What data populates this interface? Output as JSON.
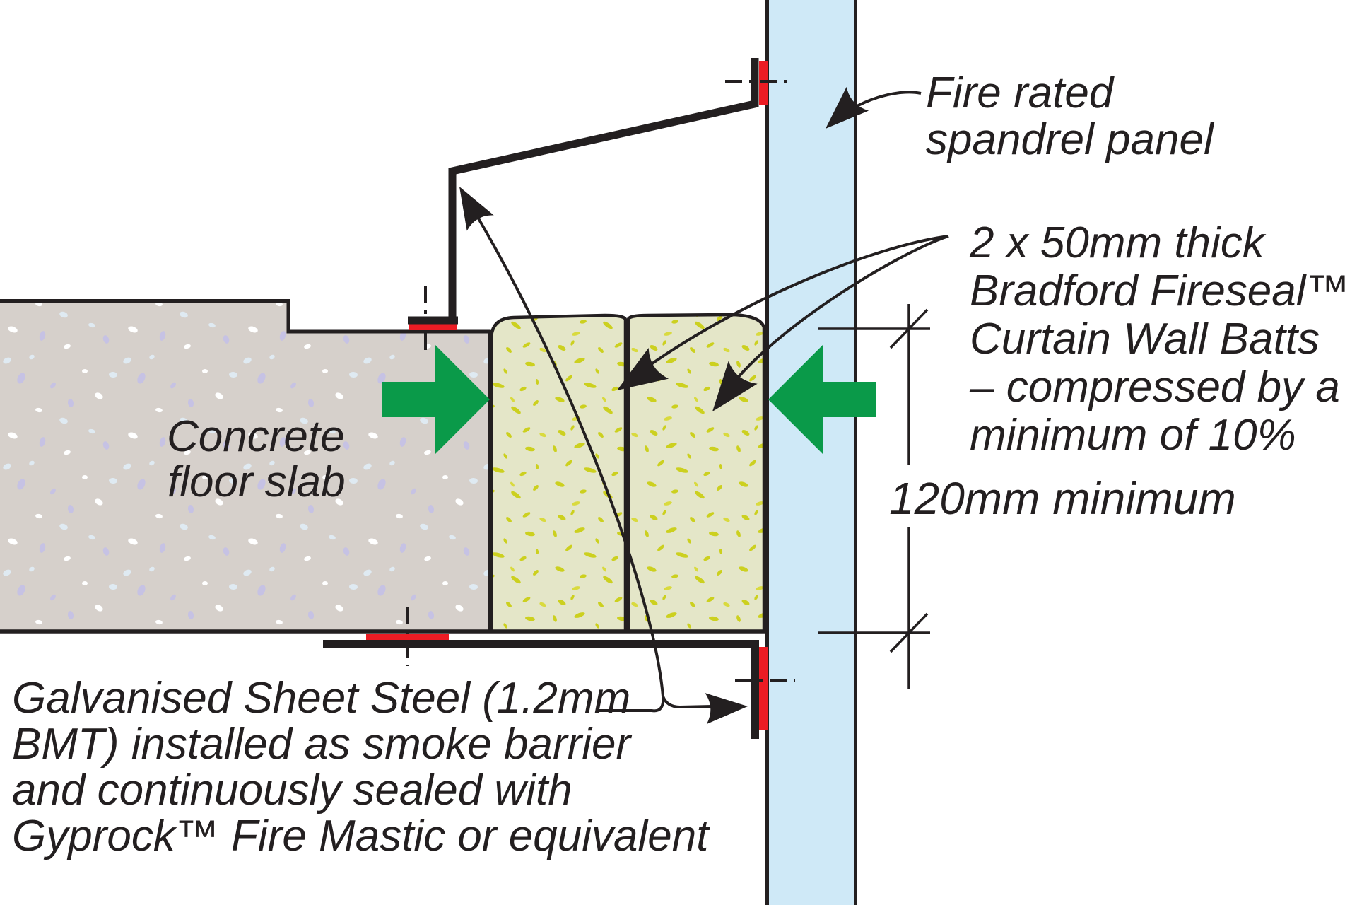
{
  "diagram": {
    "type": "construction-detail-section",
    "subject": "Fire seal between concrete floor slab and curtain wall spandrel panel"
  },
  "colors": {
    "ink": "#231f20",
    "spandrel_blue": "#cfe9f7",
    "compression_green": "#0a9a49",
    "fixing_red": "#ec1c24",
    "concrete_gray": "#d6d0cb",
    "batt_yellow_green": "#e4e6c8",
    "batt_fleck_yellow": "#ccd01f"
  },
  "labels": {
    "spandrel_panel": {
      "lines": [
        "Fire rated",
        "spandrel panel"
      ]
    },
    "curtain_wall_batts": {
      "lines": [
        "2 x 50mm thick",
        "Bradford Fireseal™",
        "Curtain Wall Batts",
        "– compressed by a",
        "minimum of 10%"
      ]
    },
    "dimension_120mm": {
      "text": "120mm minimum"
    },
    "concrete_floor_slab": {
      "lines": [
        "Concrete",
        "floor slab"
      ]
    },
    "smoke_barrier": {
      "lines": [
        "Galvanised Sheet Steel (1.2mm",
        "BMT) installed as smoke barrier",
        "and continuously sealed with",
        "Gyprock™ Fire Mastic or equivalent"
      ]
    }
  }
}
